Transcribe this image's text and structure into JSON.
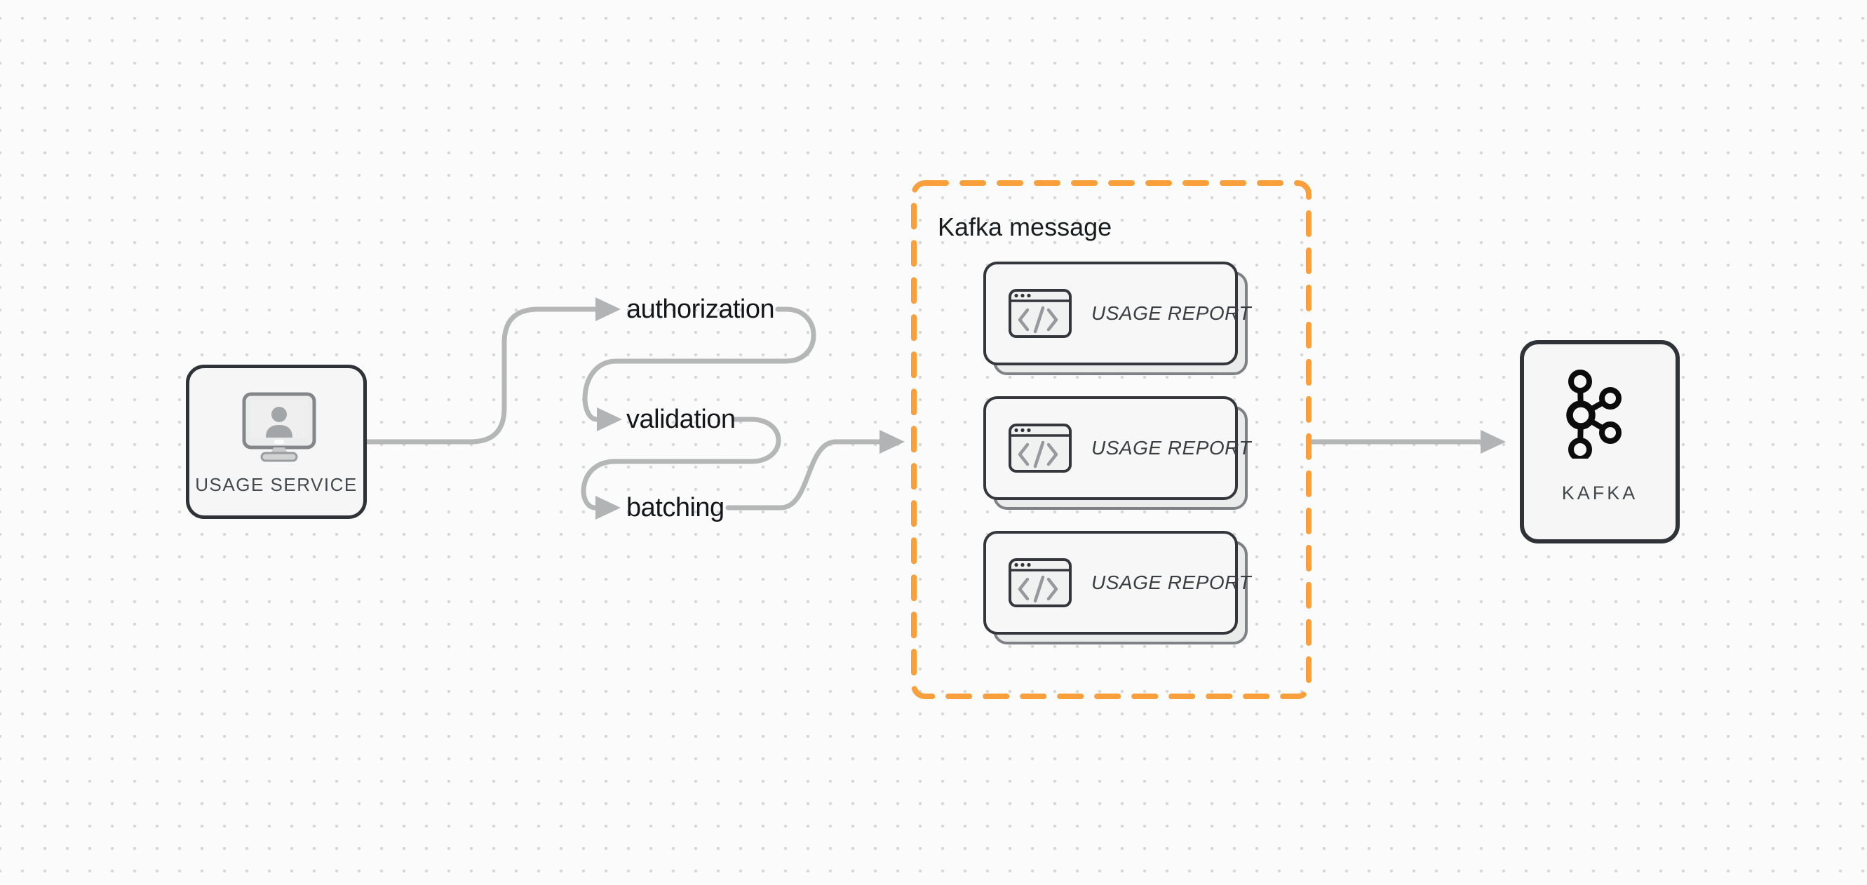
{
  "diagram": {
    "source_node": {
      "label": "USAGE SERVICE",
      "icon": "monitor-user-icon"
    },
    "pipeline_steps": [
      {
        "label": "authorization"
      },
      {
        "label": "validation"
      },
      {
        "label": "batching"
      }
    ],
    "kafka_message_group": {
      "title": "Kafka message",
      "cards": [
        {
          "label": "USAGE REPORT",
          "icon": "code-window-icon"
        },
        {
          "label": "USAGE REPORT",
          "icon": "code-window-icon"
        },
        {
          "label": "USAGE REPORT",
          "icon": "code-window-icon"
        }
      ]
    },
    "sink_node": {
      "label": "KAFKA",
      "icon": "kafka-logo-icon"
    },
    "colors": {
      "background": "#fafbfa",
      "grid_dot": "#d7d8d9",
      "connector_gray": "#b5b6b6",
      "node_border": "#2f3337",
      "node_fill": "#f5f6f5",
      "group_border_orange": "#f9a03c",
      "step_label_text": "#151619",
      "node_label_text": "#45484c",
      "card_label_text": "#3b3e42"
    }
  }
}
